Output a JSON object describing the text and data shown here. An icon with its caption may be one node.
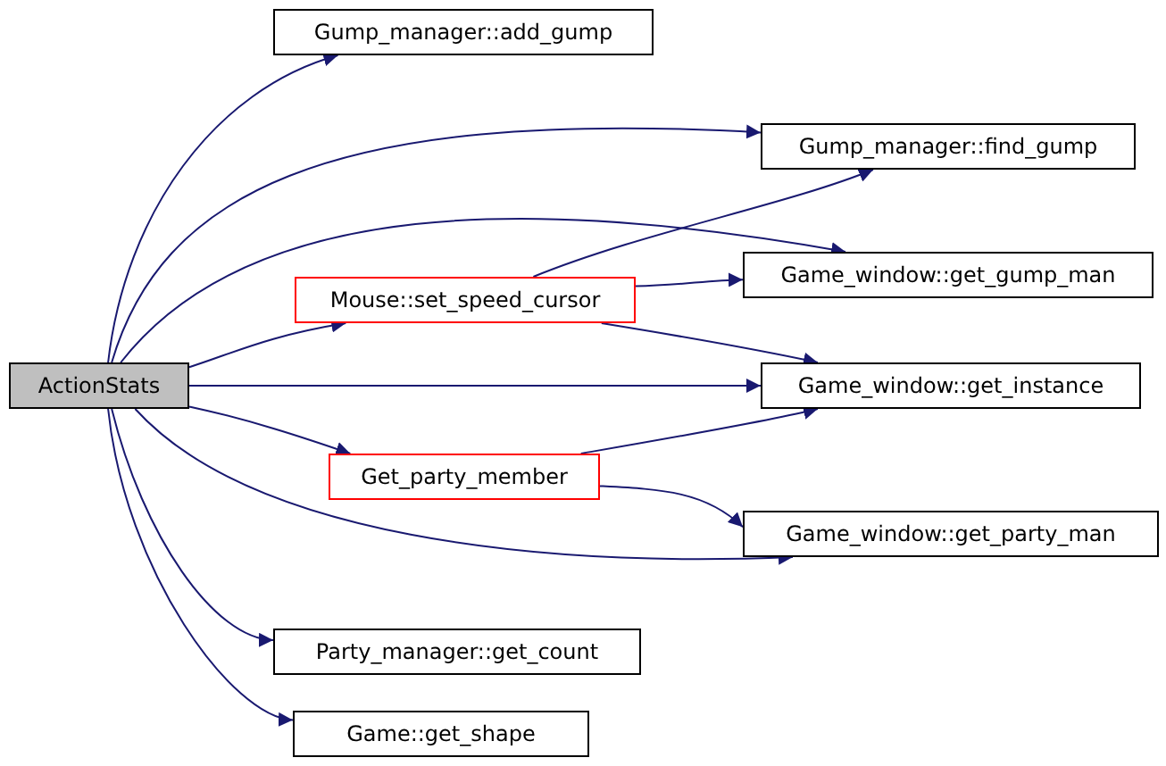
{
  "diagram": {
    "nodes": [
      {
        "text": [
          "ActionStats"
        ]
      },
      {
        "text": [
          "Gump_manager::add_gump"
        ]
      },
      {
        "text": [
          "Gump_manager::find_gump"
        ]
      },
      {
        "text": [
          "Mouse::set_speed_cursor"
        ]
      },
      {
        "text": [
          "Game_window::get_gump_man"
        ]
      },
      {
        "text": [
          "Game_window::get_instance"
        ]
      },
      {
        "text": [
          "Get_party_member"
        ]
      },
      {
        "text": [
          "Game_window::get_party_man"
        ]
      },
      {
        "text": [
          "Party_manager::get_count"
        ]
      },
      {
        "text": [
          "Game::get_shape"
        ]
      }
    ],
    "edges": [
      {
        "from": 0,
        "to": 1,
        "arrow": "to"
      },
      {
        "from": 0,
        "to": 2,
        "arrow": "to"
      },
      {
        "from": 0,
        "to": 4,
        "arrow": "to"
      },
      {
        "from": 0,
        "to": 3,
        "arrow": "to"
      },
      {
        "from": 0,
        "to": 5,
        "arrow": "to"
      },
      {
        "from": 0,
        "to": 6,
        "arrow": "to"
      },
      {
        "from": 0,
        "to": 7,
        "arrow": "to"
      },
      {
        "from": 0,
        "to": 8,
        "arrow": "to"
      },
      {
        "from": 0,
        "to": 9,
        "arrow": "to"
      },
      {
        "from": 3,
        "to": 2,
        "arrow": "to"
      },
      {
        "from": 3,
        "to": 4,
        "arrow": "to"
      },
      {
        "from": 3,
        "to": 5,
        "arrow": "to"
      },
      {
        "from": 6,
        "to": 5,
        "arrow": "to"
      },
      {
        "from": 6,
        "to": 7,
        "arrow": "to"
      }
    ]
  }
}
